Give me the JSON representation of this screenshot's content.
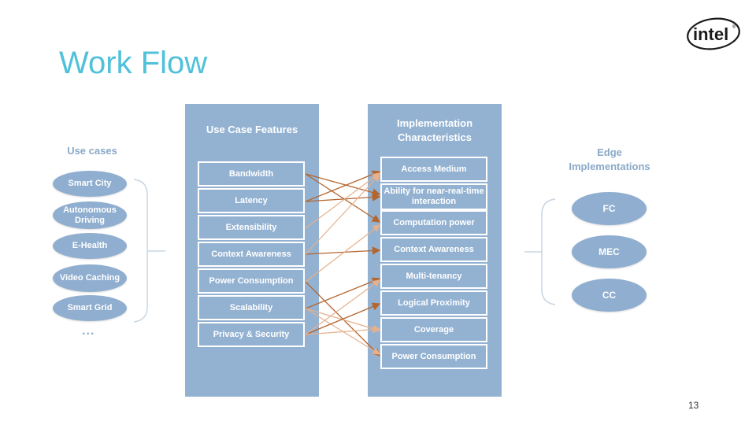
{
  "title": "Work Flow",
  "page_number": "13",
  "logo": {
    "text": "intel"
  },
  "use_cases": {
    "label": "Use cases",
    "items": [
      "Smart City",
      "Autonomous Driving",
      "E-Health",
      "Video Caching",
      "Smart Grid"
    ],
    "more": "..."
  },
  "use_case_features": {
    "header": "Use Case Features",
    "items": [
      "Bandwidth",
      "Latency",
      "Extensibility",
      "Context Awareness",
      "Power Consumption",
      "Scalability",
      "Privacy & Security"
    ]
  },
  "implementation_characteristics": {
    "header": "Implementation Characteristics",
    "items": [
      "Access Medium",
      "Ability for near-real-time interaction",
      "Computation power",
      "Context Awareness",
      "Multi-tenancy",
      "Logical Proximity",
      "Coverage",
      "Power Consumption"
    ]
  },
  "edge_implementations": {
    "label": "Edge Implementations",
    "items": [
      "FC",
      "MEC",
      "CC"
    ]
  },
  "colors": {
    "title": "#4fc1d9",
    "panel": "#93b2d2",
    "pill": "#8faed0",
    "arrow_dark": "#b5652e",
    "arrow_light": "#e6b08c"
  }
}
